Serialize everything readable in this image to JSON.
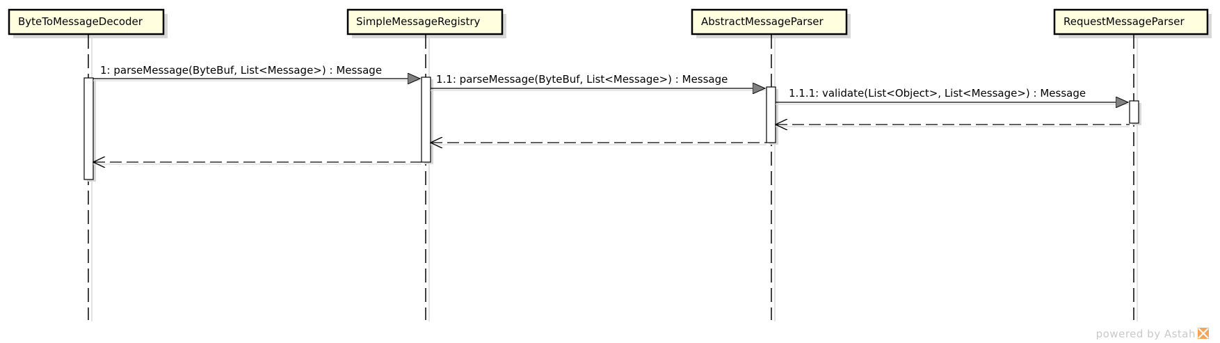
{
  "diagram": {
    "type": "sequence",
    "lifelines": [
      {
        "id": "decoder",
        "name": "ByteToMessageDecoder"
      },
      {
        "id": "registry",
        "name": "SimpleMessageRegistry"
      },
      {
        "id": "abstract",
        "name": "AbstractMessageParser"
      },
      {
        "id": "request",
        "name": "RequestMessageParser"
      }
    ],
    "messages": [
      {
        "id": "m1",
        "from": "decoder",
        "to": "registry",
        "kind": "call",
        "label": "1: parseMessage(ByteBuf, List<Message>) : Message"
      },
      {
        "id": "m11",
        "from": "registry",
        "to": "abstract",
        "kind": "call",
        "label": "1.1: parseMessage(ByteBuf, List<Message>) : Message"
      },
      {
        "id": "m111",
        "from": "abstract",
        "to": "request",
        "kind": "call",
        "label": "1.1.1: validate(List<Object>, List<Message>) : Message"
      },
      {
        "id": "r111",
        "from": "request",
        "to": "abstract",
        "kind": "return",
        "label": ""
      },
      {
        "id": "r11",
        "from": "abstract",
        "to": "registry",
        "kind": "return",
        "label": ""
      },
      {
        "id": "r1",
        "from": "registry",
        "to": "decoder",
        "kind": "return",
        "label": ""
      }
    ],
    "colors": {
      "box_fill": "#ffffe0",
      "line": "#000000",
      "shadow": "#d8d8d8",
      "arrowhead": "#808080",
      "watermark": "#c8c8c8",
      "watermark_logo": "#f2a65a"
    }
  },
  "footer": {
    "watermark": "powered by Astah"
  }
}
